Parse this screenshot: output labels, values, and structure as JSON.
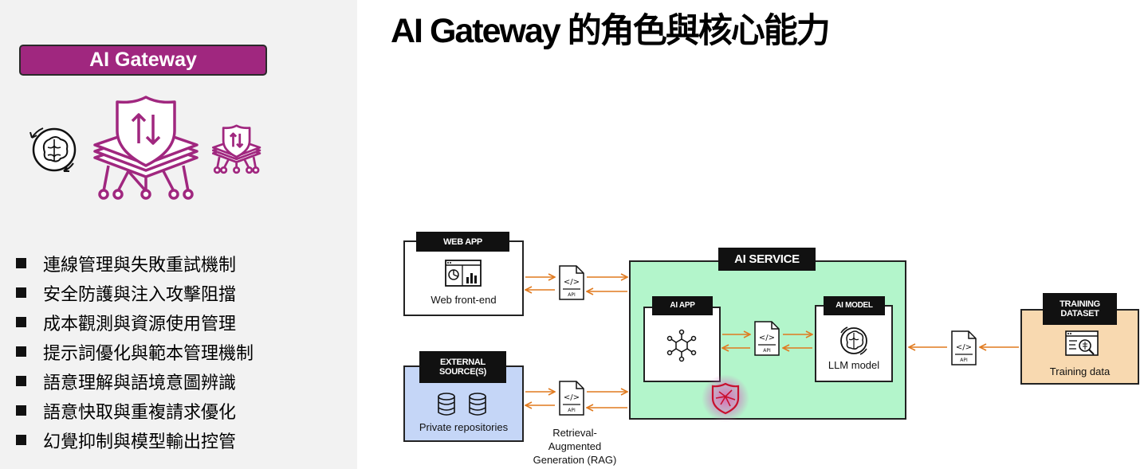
{
  "title": "AI Gateway 的角色與核心能力",
  "badge": "AI Gateway",
  "features": [
    "連線管理與失敗重試機制",
    "安全防護與注入攻擊阻擋",
    "成本觀測與資源使用管理",
    "提示詞優化與範本管理機制",
    "語意理解與語境意圖辨識",
    "語意快取與重複請求優化",
    "幻覺抑制與模型輸出控管"
  ],
  "diagram": {
    "web_app": {
      "tag": "WEB APP",
      "caption": "Web front-end",
      "icon": "dashboard-icon"
    },
    "external_source": {
      "tag_line1": "EXTERNAL",
      "tag_line2": "SOURCE(S)",
      "caption": "Private repositories",
      "icon": "database-icon"
    },
    "ai_service": {
      "tag": "AI SERVICE"
    },
    "ai_app": {
      "tag": "AI APP",
      "icon": "network-icon"
    },
    "ai_model": {
      "tag": "AI MODEL",
      "caption": "LLM model",
      "icon": "brain-icon"
    },
    "training_dataset": {
      "tag_line1": "TRAINING",
      "tag_line2": "DATASET",
      "caption": "Training data",
      "icon": "dataset-icon"
    },
    "api_label": "API",
    "api_code": "</>",
    "rag_line1": "Retrieval-",
    "rag_line2": "Augmented",
    "rag_line3": "Generation (RAG)",
    "colors": {
      "accent": "#a0277f",
      "ai_service_bg": "#b3f5cb",
      "ai_service_border": "#111111",
      "external_bg": "#c5d6f7",
      "training_bg": "#f8d9b0",
      "arrow": "#e07a1f",
      "shield": "#c8102e"
    }
  }
}
